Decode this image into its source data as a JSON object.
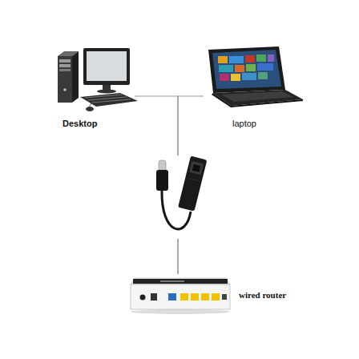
{
  "diagram": {
    "nodes": [
      {
        "text": [
          "Desktop"
        ]
      },
      {
        "text": [
          "laptop"
        ]
      },
      {
        "text": [
          "wired router"
        ]
      }
    ],
    "edges": [
      {
        "from": 0,
        "to": 2,
        "arrow": "none"
      },
      {
        "from": 1,
        "to": 2,
        "arrow": "none"
      }
    ]
  }
}
